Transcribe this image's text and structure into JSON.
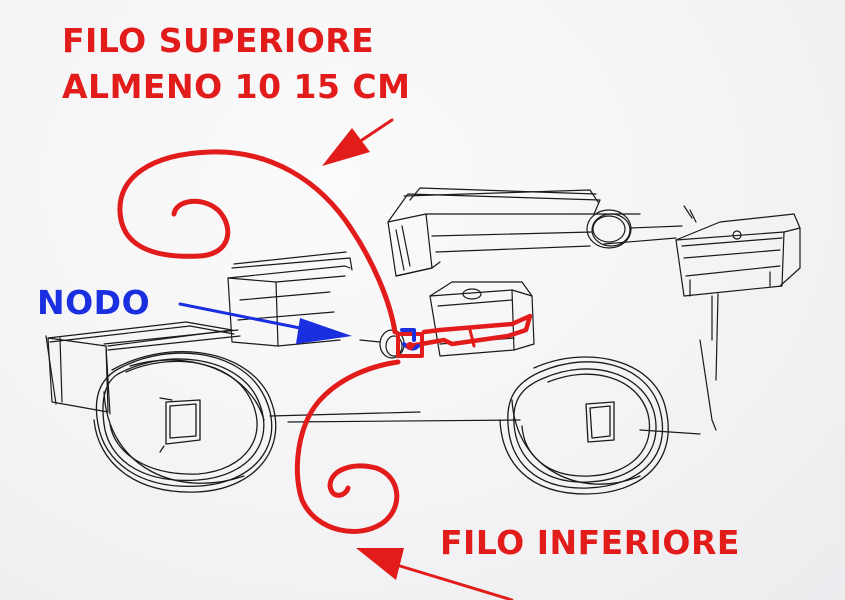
{
  "labels": {
    "top_line1": "FILO SUPERIORE",
    "top_line2": "ALMENO 10 15 CM",
    "knot": "NODO",
    "bottom": "FILO INFERIORE"
  },
  "colors": {
    "annotation_red": "#e21b1b",
    "annotation_blue": "#1a2fe0",
    "pencil": "#1a1a1a",
    "paper": "#f4f4f6"
  }
}
